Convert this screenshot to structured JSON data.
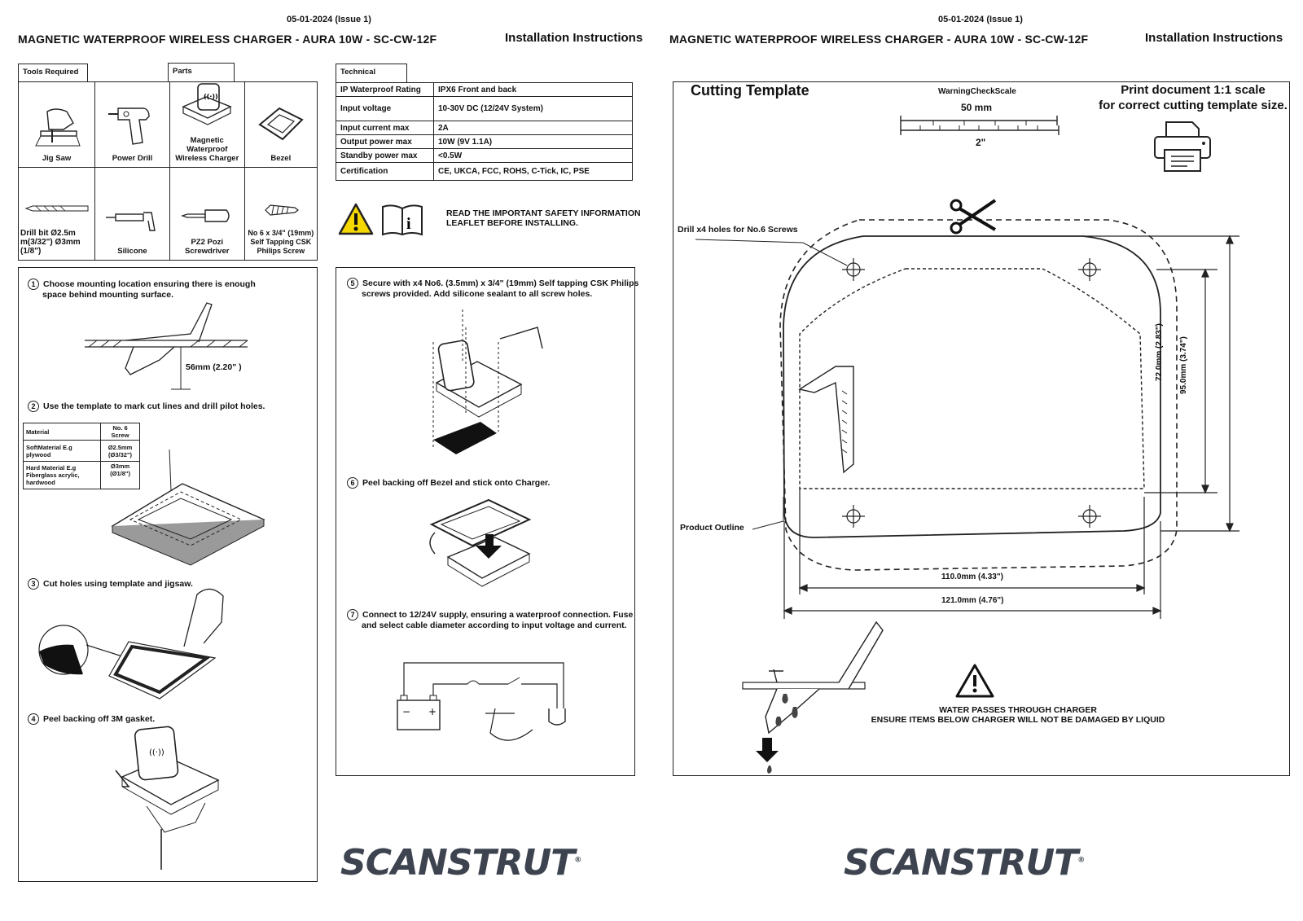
{
  "header": {
    "date": "05-01-2024 (Issue 1)",
    "title": "MAGNETIC WATERPROOF WIRELESS CHARGER - AURA 10W - SC-CW-12F",
    "instructions": "Installation Instructions"
  },
  "tools": {
    "tools_tab": "Tools Required",
    "parts_tab": "Parts",
    "items": [
      {
        "label": "Jig Saw",
        "icon": "jigsaw-icon"
      },
      {
        "label": "Power Drill",
        "icon": "power-drill-icon"
      },
      {
        "label": "Magnetic Waterproof Wireless Charger",
        "icon": "charger-icon"
      },
      {
        "label": "Bezel",
        "icon": "bezel-icon"
      },
      {
        "label": "Drill bit Ø2.5m m(3/32\") Ø3mm (1/8\")",
        "icon": "drill-bit-icon"
      },
      {
        "label": "Silicone",
        "icon": "silicone-gun-icon"
      },
      {
        "label": "PZ2 Pozi Screwdriver",
        "icon": "screwdriver-icon"
      },
      {
        "label": "No 6 x 3/4\" (19mm) Self Tapping CSK Philips Screw",
        "icon": "screw-icon"
      }
    ]
  },
  "technical": {
    "tab": "Technical",
    "rows": [
      {
        "key": "IP Waterproof Rating",
        "value": "IPX6 Front and back"
      },
      {
        "key": "Input voltage",
        "value": "10-30V DC (12/24V System)"
      },
      {
        "key": "Input current max",
        "value": "2A"
      },
      {
        "key": "Output power max",
        "value": "10W (9V 1.1A)"
      },
      {
        "key": "Standby power max",
        "value": "<0.5W"
      },
      {
        "key": "Certification",
        "value": "CE, UKCA, FCC, ROHS, C-Tick, IC, PSE"
      }
    ]
  },
  "safety": {
    "line1": "READ THE IMPORTANT SAFETY INFORMATION",
    "line2": "LEAFLET BEFORE INSTALLING."
  },
  "steps": [
    {
      "num": "1",
      "line1": "Choose mounting location ensuring there is enough",
      "line2": "space behind mounting surface."
    },
    {
      "num": "2",
      "line1": "Use the template to mark cut lines and drill pilot holes.",
      "line2": ""
    },
    {
      "num": "3",
      "line1": "Cut holes using template and jigsaw.",
      "line2": ""
    },
    {
      "num": "4",
      "line1": "Peel backing off 3M gasket.",
      "line2": ""
    },
    {
      "num": "5",
      "line1": "Secure with x4 No6. (3.5mm) x 3/4\" (19mm) Self tapping CSK Philips",
      "line2": "screws provided. Add silicone sealant to all screw holes."
    },
    {
      "num": "6",
      "line1": "Peel backing off Bezel and stick onto Charger.",
      "line2": ""
    },
    {
      "num": "7",
      "line1": "Connect to 12/24V supply, ensuring a waterproof connection. Fuse",
      "line2": "and select cable diameter according to input voltage and current."
    }
  ],
  "step1_dim": "56mm (2.20\" )",
  "material_table": {
    "headers": [
      "Material",
      "No. 6 Screw"
    ],
    "rows": [
      {
        "material": "SoftMaterial E.g plywood",
        "screw": "Ø2.5mm (Ø3/32\")"
      },
      {
        "material": "Hard Material E.g Fiberglass acrylic, hardwood",
        "screw": "Ø3mm (Ø1/8\")"
      }
    ]
  },
  "brand": "SCANSTRUT",
  "template": {
    "title": "Cutting Template",
    "scale_warning": "WarningCheckScale",
    "scale_mm": "50 mm",
    "scale_in": "2\"",
    "print_line1": "Print document 1:1 scale",
    "print_line2": "for correct cutting template size.",
    "drill_label": "Drill x4 holes for No.6 Screws",
    "outline_label": "Product Outline",
    "dim_h_inner": "72.0mm (2.83\")",
    "dim_h_outer": "95.0mm (3.74\")",
    "dim_w_inner": "110.0mm (4.33\")",
    "dim_w_outer": "121.0mm (4.76\")",
    "water_line1": "WATER PASSES THROUGH CHARGER",
    "water_line2": "ENSURE ITEMS BELOW CHARGER WILL NOT BE DAMAGED BY LIQUID"
  }
}
